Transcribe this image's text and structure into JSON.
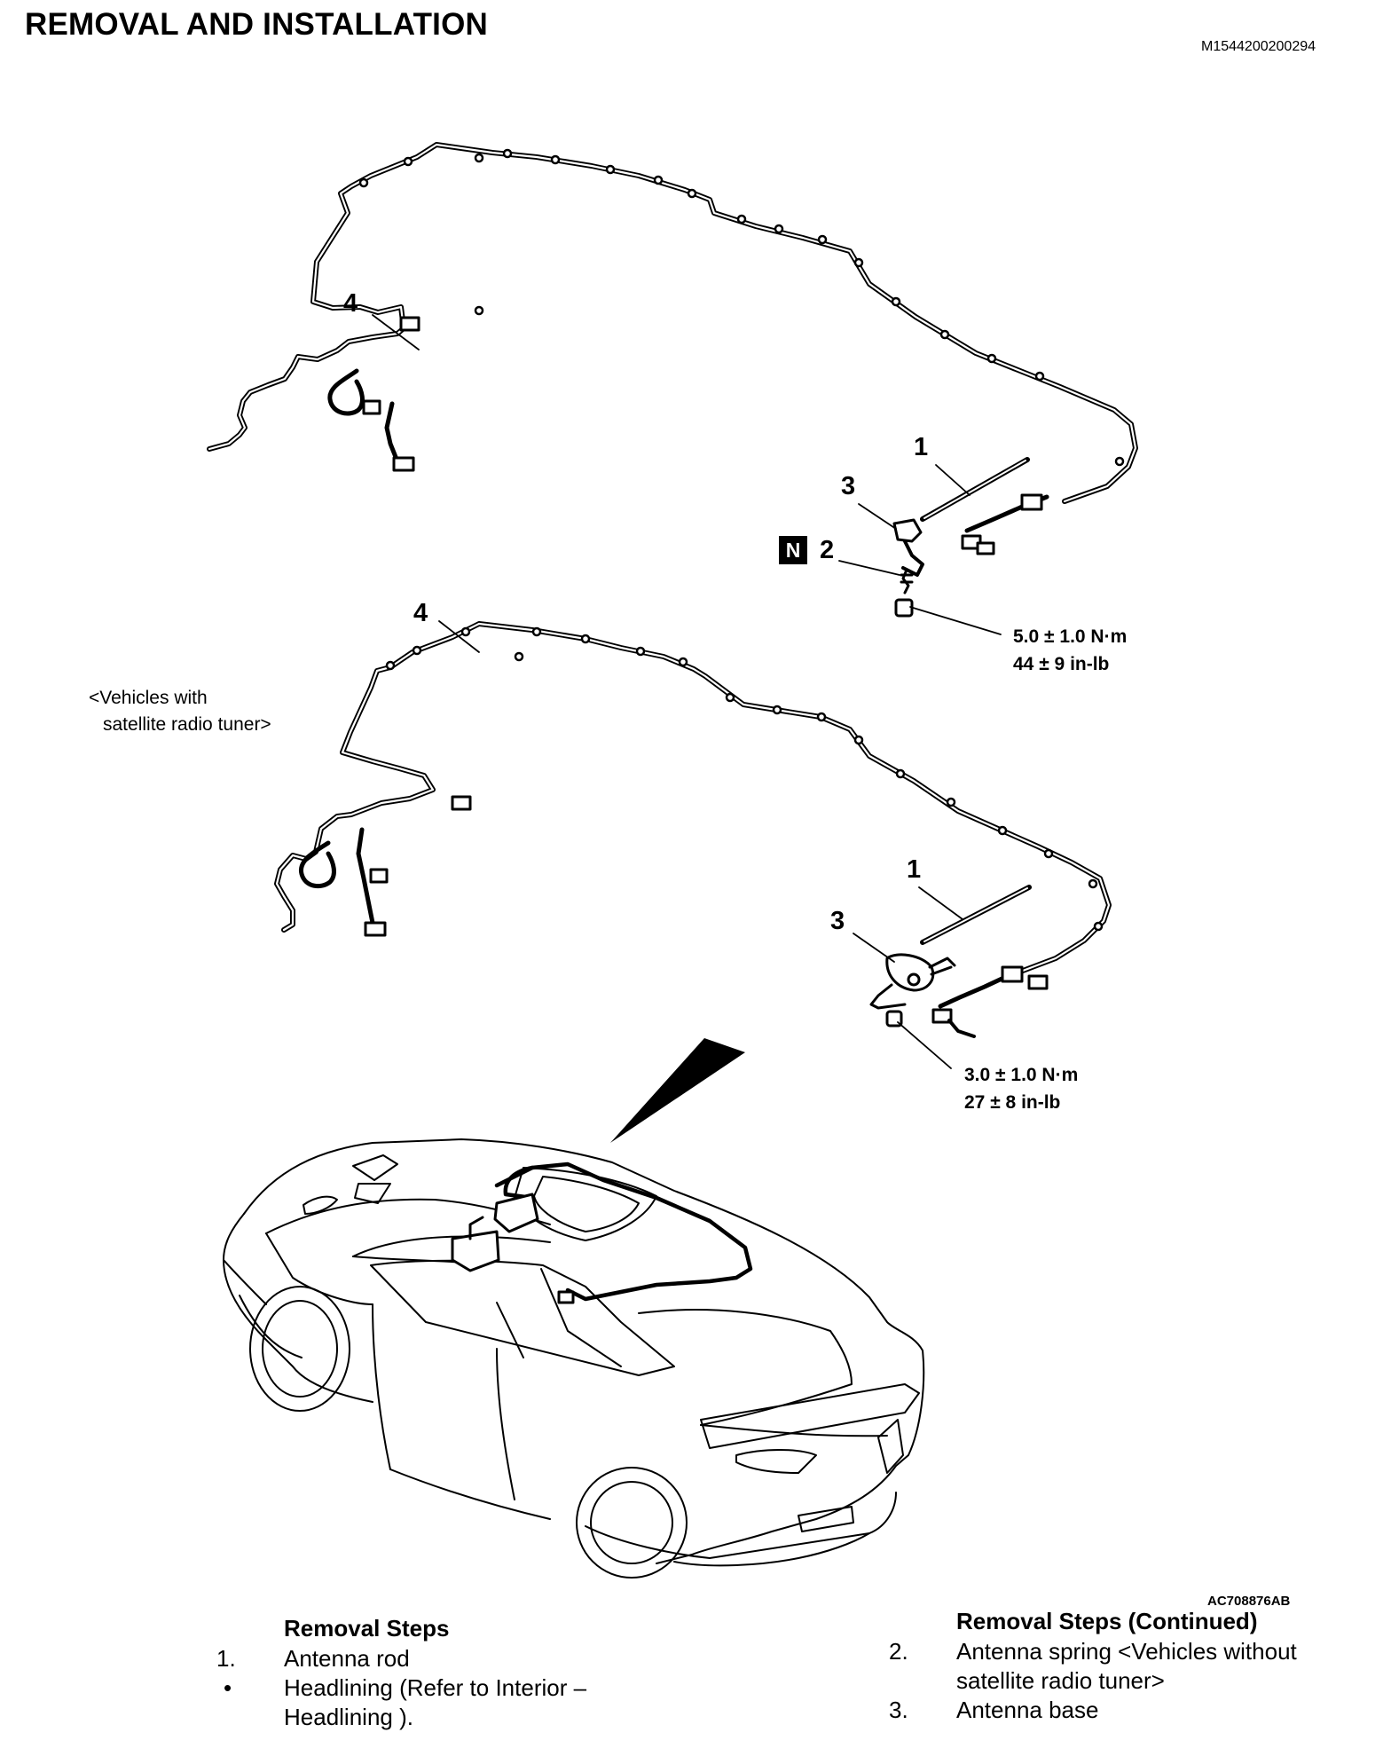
{
  "header": {
    "title": "REMOVAL AND INSTALLATION",
    "doc_id": "M1544200200294"
  },
  "figure": {
    "callouts": {
      "top_harness": "4",
      "top_rod": "1",
      "top_base": "3",
      "top_spring": "2",
      "bottom_harness": "4",
      "bottom_rod": "1",
      "bottom_base": "3"
    },
    "new_part_badge": "N",
    "torque_top": {
      "metric": "5.0 ± 1.0 N·m",
      "imperial": "44 ± 9 in-lb"
    },
    "torque_bottom": {
      "metric": "3.0 ± 1.0 N·m",
      "imperial": "27 ± 8 in-lb"
    },
    "variant_label_line1": "<Vehicles with",
    "variant_label_line2": "satellite radio tuner>",
    "figure_id": "AC708876AB"
  },
  "removal_steps": {
    "heading": "Removal Steps",
    "items": [
      {
        "marker": "1.",
        "text": "Antenna rod"
      },
      {
        "marker": "•",
        "text": "Headlining (Refer to Interior – Headlining )."
      }
    ]
  },
  "removal_steps_continued": {
    "heading": "Removal Steps (Continued)",
    "items": [
      {
        "marker": "2.",
        "text": "Antenna spring <Vehicles without satellite radio tuner>"
      },
      {
        "marker": "3.",
        "text": "Antenna base"
      }
    ]
  }
}
